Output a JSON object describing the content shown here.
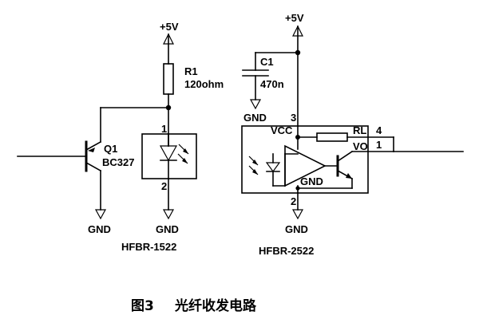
{
  "labels": {
    "vcc_left": "+5V",
    "vcc_right": "+5V",
    "r1_name": "R1",
    "r1_value": "120ohm",
    "c1_name": "C1",
    "c1_value": "470n",
    "q1_name": "Q1",
    "q1_part": "BC327",
    "gnd_q1": "GND",
    "gnd_led": "GND",
    "gnd_c1": "GND",
    "gnd_ic": "GND",
    "gnd_internal": "GND",
    "tx_pin1": "1",
    "tx_pin2": "2",
    "rx_pin3": "3",
    "rx_pin2": "2",
    "rx_pin4": "4",
    "rx_pin1": "1",
    "vcc_pin": "VCC",
    "rl_pin": "RL",
    "vo_pin": "VO",
    "tx_part": "HFBR-1522",
    "rx_part": "HFBR-2522"
  },
  "caption": {
    "figure_no": "图3",
    "title": "光纤收发电路"
  }
}
